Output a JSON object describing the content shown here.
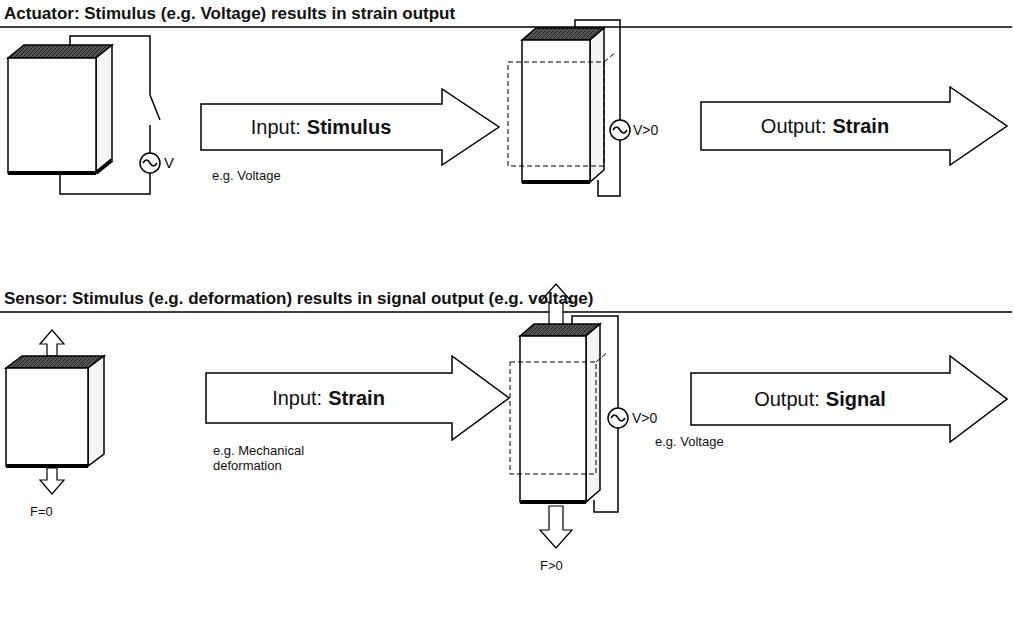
{
  "diagram": {
    "nodes": [
      {
        "text": [
          "Input:",
          "Stimulus"
        ]
      },
      {
        "text": [
          "Output:",
          "Strain"
        ]
      },
      {
        "text": [
          "Input:",
          "Strain"
        ]
      },
      {
        "text": [
          "Output:",
          "Signal"
        ]
      }
    ],
    "labels": [
      "Actuator: Stimulus (e.g. Voltage) results in strain output",
      "V",
      "e.g. Voltage",
      "V>0",
      "Sensor: Stimulus (e.g. deformation) results in signal output (e.g. voltage)",
      "F=0",
      "e.g. Mechanical deformation",
      "V>0",
      "e.g. Voltage",
      "F>0"
    ]
  }
}
